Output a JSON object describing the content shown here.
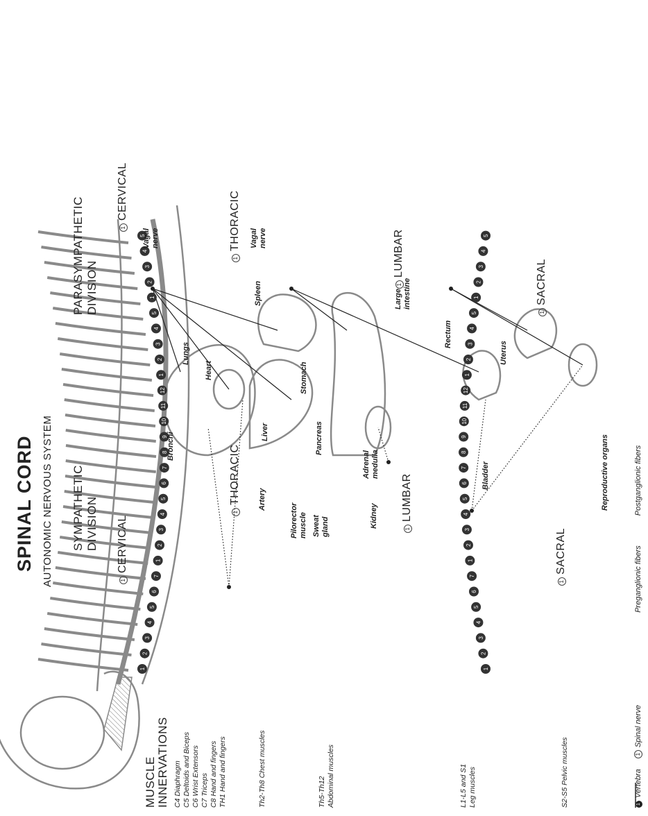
{
  "title": "SPINAL CORD",
  "subtitle": "AUTONOMIC NERVOUS SYSTEM",
  "divisions": {
    "sympathetic": "SYMPATHETIC\nDIVISION",
    "parasympathetic": "PARASYMPATHETIC\nDIVISION"
  },
  "regions": {
    "cervical_left": "CERVICAL",
    "thoracic_left": "THORACIC",
    "lumbar_left": "LUMBAR",
    "sacral_left": "SACRAL",
    "cervical_right": "CERVICAL",
    "thoracic_right": "THORACIC",
    "lumbar_right": "LUMBAR",
    "sacral_right": "SACRAL",
    "marker": "1"
  },
  "vagal_nerve": "Vagal\nnerve",
  "organs": {
    "bronchi": "Bronchi",
    "lungs": "Lungs",
    "heart": "Heart",
    "liver": "Liver",
    "spleen": "Spleen",
    "stomach": "Stomach",
    "pancreas": "Pancreas",
    "adrenal_medulla": "Adrenal\nmedulla",
    "kidney": "Kidney",
    "large_intestine": "Large\nintestine",
    "rectum": "Rectum",
    "bladder": "Bladder",
    "uterus": "Uterus",
    "reproductive_organs": "Reproductive organs",
    "artery": "Artery",
    "pilorector_muscle": "Pilorector\nmuscle",
    "sweat_gland": "Sweat\ngland"
  },
  "muscle_innervations": {
    "title": "MUSCLE\nINNERVATIONS",
    "items": [
      "C4  Diaphragm",
      "C5  Deltoids and Biceps",
      "C6  Wrist Extensors",
      "C7  Triceps",
      "C8  Hand and fingers",
      "TH1 Hand and fingers"
    ],
    "chest": "Th2-Th8 Chest muscles",
    "abdominal": "Th5-Th12\nAbdominal muscles",
    "leg": "L1-L5 and S1\nLeg muscles",
    "pelvic": "S2-S5 Pelvic muscles"
  },
  "legend": {
    "vertebra": "Vertebra",
    "vertebra_marker": "1",
    "spinal_nerve": "Spinal nerve",
    "spinal_nerve_marker": "1",
    "preganglionic": "Preganglionic fibers",
    "postganglionic": "Postganglionic fibers"
  },
  "vertebrae": {
    "cervical": [
      "1",
      "2",
      "3",
      "4",
      "5",
      "6",
      "7"
    ],
    "thoracic": [
      "1",
      "2",
      "3",
      "4",
      "5",
      "6",
      "7",
      "8",
      "9",
      "10",
      "11",
      "12"
    ],
    "lumbar": [
      "1",
      "2",
      "3",
      "4",
      "5"
    ],
    "sacral": [
      "1",
      "2",
      "3",
      "4",
      "5"
    ]
  },
  "colors": {
    "structure": "#8a8a8a",
    "ink": "#222222",
    "fill_dark": "#333333",
    "paper": "#ffffff"
  }
}
